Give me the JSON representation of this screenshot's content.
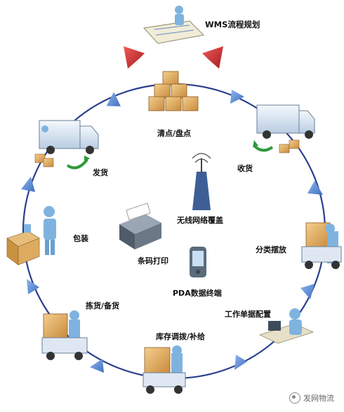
{
  "title": "WMS流程规划",
  "steps": {
    "count": "清点/盘点",
    "receive": "收货",
    "sort": "分类摆放",
    "work_order": "工作单据配置",
    "transfer": "库存调拨/补给",
    "pick": "拣货/备货",
    "pack": "包装",
    "ship": "发货"
  },
  "center": {
    "wireless": "无线网络覆盖",
    "barcode": "条码打印",
    "pda": "PDA数据终端"
  },
  "watermark": "发网物流",
  "colors": {
    "ring": "#2a3f8f",
    "arrow": "#5b8fd6",
    "red_arrow": "#c92a2a",
    "box": "#d9a45a",
    "truck": "#dce9f5",
    "person": "#7fb3df"
  }
}
